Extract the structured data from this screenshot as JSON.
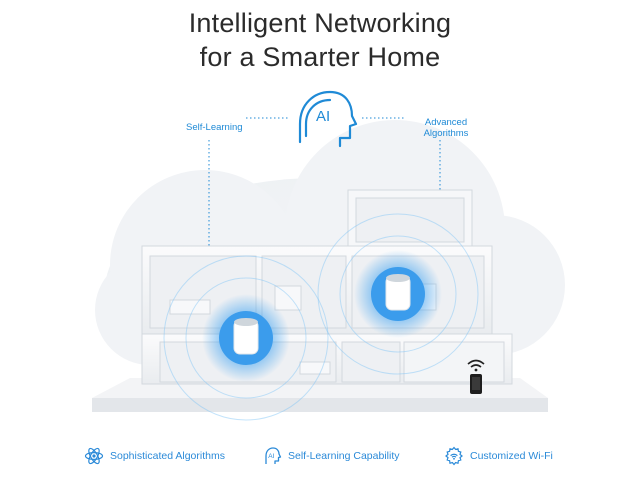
{
  "headline": {
    "line1": "Intelligent Networking",
    "line2": "for a Smarter Home"
  },
  "ai_badge_text": "AI",
  "labels": {
    "left": "Self-Learning",
    "right": "Advanced Algorithms"
  },
  "features": [
    {
      "label": "Sophisticated Algorithms",
      "icon": "atom-icon"
    },
    {
      "label": "Self-Learning Capability",
      "icon": "ai-head-icon"
    },
    {
      "label": "Customized Wi-Fi",
      "icon": "gear-wifi-icon"
    }
  ],
  "colors": {
    "accent": "#1f8ad6",
    "heading": "#2b2b2b",
    "background": "#ffffff"
  }
}
